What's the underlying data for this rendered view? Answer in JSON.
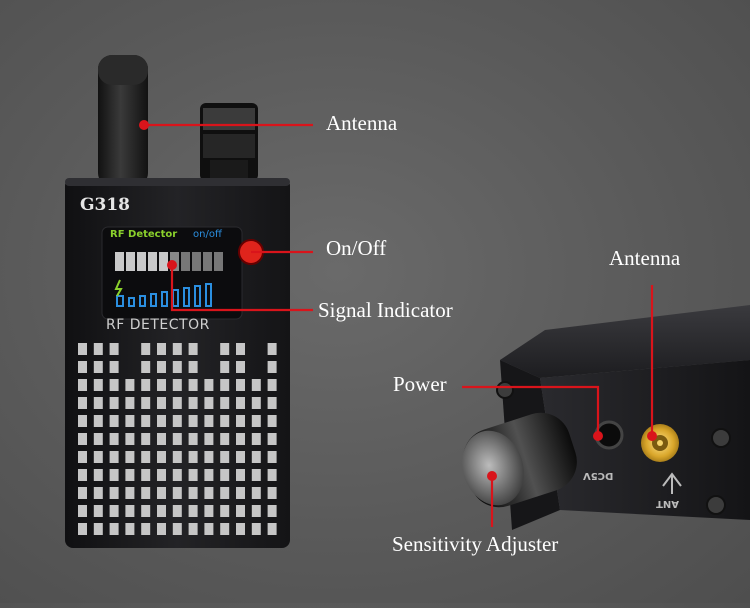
{
  "device": {
    "model": "G318",
    "screen_title": "RF Detector",
    "screen_power_text": "on/off",
    "panel_label": "RF DETECTOR",
    "port_dc_label": "DC5V",
    "port_ant_label": "ANT"
  },
  "callouts": {
    "antenna_top": "Antenna",
    "on_off": "On/Off",
    "signal_indicator": "Signal Indicator",
    "antenna_right": "Antenna",
    "power": "Power",
    "sensitivity": "Sensitivity Adjuster"
  },
  "colors": {
    "background": "#5a5a5a",
    "callout_line": "#d9141b",
    "device_body": "#1c1c1e",
    "screen_title": "#8bd12c",
    "screen_accent": "#2b8fe0"
  }
}
